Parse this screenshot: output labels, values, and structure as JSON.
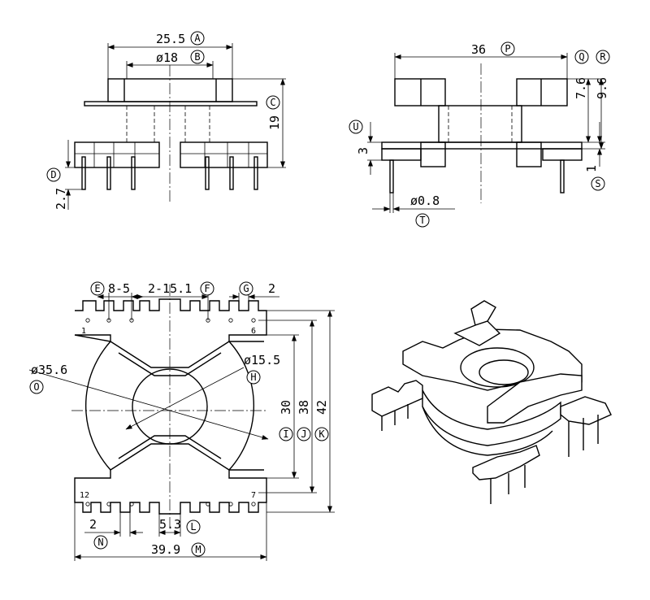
{
  "dims": {
    "A": "25.5",
    "B": "ø18",
    "C": "19",
    "D": "2.7",
    "P": "36",
    "Q": "7.6",
    "R": "9.6",
    "U": "3",
    "S": "1",
    "T": "ø0.8",
    "E": "8-5",
    "F": "2-15.1",
    "G": "2",
    "O": "ø35.6",
    "H": "ø15.5",
    "I": "30",
    "J": "38",
    "K": "42",
    "N": "2",
    "L": "5.3",
    "M": "39.9"
  },
  "letters": {
    "A": "A",
    "B": "B",
    "C": "C",
    "D": "D",
    "P": "P",
    "Q": "Q",
    "R": "R",
    "U": "U",
    "S": "S",
    "T": "T",
    "E": "E",
    "F": "F",
    "G": "G",
    "O": "O",
    "H": "H",
    "I": "I",
    "J": "J",
    "K": "K",
    "N": "N",
    "L": "L",
    "M": "M"
  },
  "pins": {
    "p1": "1",
    "p6": "6",
    "p12": "12",
    "p7": "7"
  }
}
